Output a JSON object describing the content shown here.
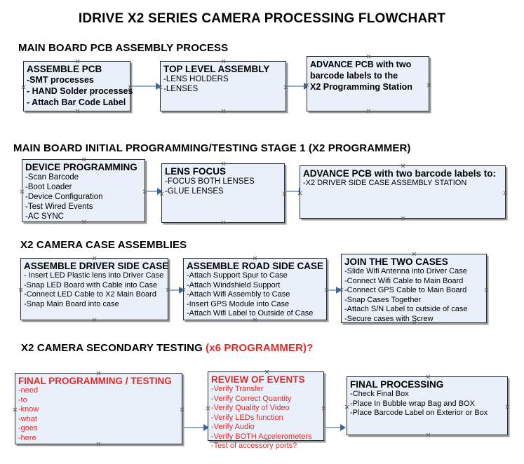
{
  "document": {
    "title": "IDRIVE X2  SERIES CAMERA PROCESSING FLOWCHART"
  },
  "colors": {
    "box_fill": "#eaf0f9",
    "box_border": "#2b2b2b",
    "accent_red": "#e02a2a",
    "connector": "#8fabc7",
    "arrow": "#3a63a8"
  },
  "sections": [
    {
      "heading": "MAIN BOARD PCB ASSEMBLY PROCESS",
      "heading_accent": "",
      "boxes": [
        {
          "title": "ASSEMBLE PCB",
          "lines": [
            "-SMT processes",
            "- HAND Solder processes",
            "- Attach Bar Code Label"
          ]
        },
        {
          "title": "TOP LEVEL ASSEMBLY",
          "lines": [
            "-LENS HOLDERS",
            "-LENSES"
          ]
        },
        {
          "title": "ADVANCE PCB with two",
          "lines": [
            "barcode labels to the",
            " X2 Programming Station"
          ]
        }
      ]
    },
    {
      "heading": "MAIN BOARD INITIAL PROGRAMMING/TESTING STAGE 1 (X2 PROGRAMMER)",
      "heading_accent": "",
      "boxes": [
        {
          "title": "DEVICE PROGRAMMING",
          "lines": [
            "-Scan Barcode",
            "-Boot Loader",
            "-Device Configuration",
            "-Test Wired Events",
            "-AC SYNC"
          ]
        },
        {
          "title": "LENS FOCUS",
          "lines": [
            "-FOCUS BOTH LENSES",
            "-GLUE LENSES"
          ]
        },
        {
          "title": "ADVANCE PCB with two barcode labels to:",
          "lines": [
            "-X2 DRIVER  SIDE  CASE  ASSEMBLY STATION"
          ]
        }
      ]
    },
    {
      "heading": "X2 CAMERA CASE ASSEMBLIES",
      "heading_accent": "",
      "boxes": [
        {
          "title": "ASSEMBLE DRIVER SIDE CASE",
          "lines": [
            "- Insert LED Plastic lens into Driver Case",
            "-Snap LED Board with Cable into Case",
            "-Connect LED Cable to X2 Main Board",
            "-Snap Main Board into case"
          ]
        },
        {
          "title": "ASSEMBLE ROAD SIDE CASE",
          "lines": [
            "-Attach Support Spur to Case",
            "-Attach Windshield Support",
            "-Attach Wifi Assembly to Case",
            "-Insert GPS Module into Case",
            "-Attach Wifi Label to Outside of Case"
          ]
        },
        {
          "title": "JOIN THE TWO CASES",
          "lines": [
            "-Slide Wifi Antenna into Driver Case",
            "-Connect Wifi Cable to Main Board",
            "-Connect GPS Cable to Main Board",
            "-Snap Cases Together",
            "-Attach S/N Label to outside of case",
            "-Secure cases with Screw"
          ]
        }
      ]
    },
    {
      "heading": "X2 CAMERA SECONDARY TESTING ",
      "heading_accent": "(x6 PROGRAMMER)?",
      "boxes": [
        {
          "title": "FINAL PROGRAMMING / TESTING",
          "lines": [
            "-need",
            "-to",
            "-know",
            "-what",
            "-goes",
            "-here"
          ]
        },
        {
          "title": "REVIEW OF EVENTS",
          "lines": [
            "-Verify Transfer",
            "-Verify Correct Quantity",
            "-Verify Quality of Video",
            "-Verify LEDs function",
            "-Verify Audio",
            "-Verify BOTH Accelerometers",
            "-Test of accessory ports?"
          ]
        },
        {
          "title": "FINAL PROCESSING",
          "lines": [
            " -Check Final Box",
            "-Place In Bubble wrap Bag and BOX",
            "-Place Barcode Label on Exterior or Box"
          ]
        }
      ]
    }
  ]
}
